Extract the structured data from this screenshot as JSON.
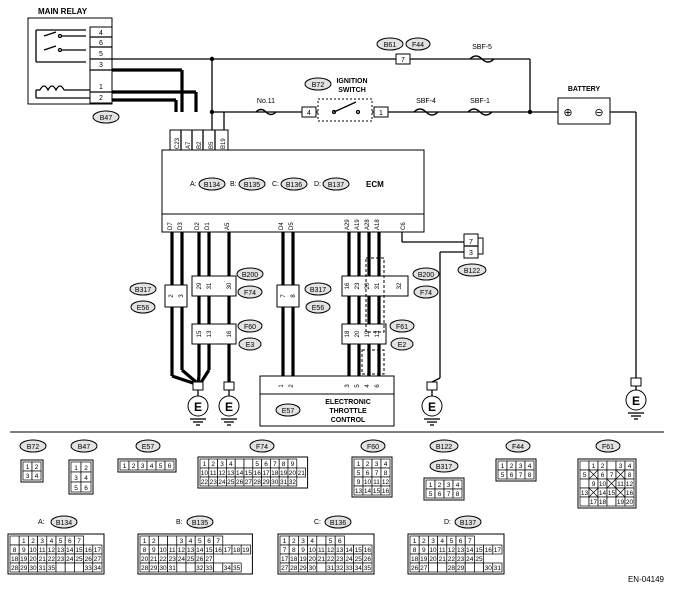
{
  "labels": {
    "main_relay": "MAIN RELAY",
    "relay_pins": [
      "4",
      "6",
      "5",
      "3",
      "1",
      "2"
    ],
    "b47": "B47",
    "b61": "B61",
    "f44": "F44",
    "pin7": "7",
    "sbf5": "SBF-5",
    "b72": "B72",
    "ignition": "IGNITION",
    "switch": "SWITCH",
    "no11": "No.11",
    "pin4": "4",
    "pin1": "1",
    "sbf4": "SBF-4",
    "sbf1": "SBF-1",
    "battery": "BATTERY",
    "plus": "⊕",
    "minus": "⊖",
    "ecm_top_pins": [
      "C23",
      "A7",
      "B2",
      "B5",
      "B19"
    ],
    "ecm_a_prefix": "A:",
    "ecm_a": "B134",
    "ecm_b_prefix": "B:",
    "ecm_b": "B135",
    "ecm_c_prefix": "C:",
    "ecm_c": "B136",
    "ecm_d_prefix": "D:",
    "ecm_d": "B137",
    "ecm": "ECM",
    "ecm_bottom_pins": [
      "D7",
      "D3",
      "D2",
      "D1",
      "A5",
      "D4",
      "D5",
      "A29",
      "A19",
      "A28",
      "A18",
      "C6"
    ],
    "b122": "B122",
    "b122_pins": [
      "7",
      "3"
    ],
    "b317": "B317",
    "e56": "E56",
    "b200": "B200",
    "f74": "F74",
    "f60": "F60",
    "e3": "E3",
    "f61": "F61",
    "e2": "E2",
    "conn_pin_2": "2",
    "conn_pin_3": "3",
    "conn_pin_7": "7",
    "conn_pin_8": "8",
    "conn_pin_29": "29",
    "conn_pin_31": "31",
    "conn_pin_30": "30",
    "conn_pin_15": "15",
    "conn_pin_13": "13",
    "conn_pin_16": "16",
    "conn_pin_23": "23",
    "conn_pin_20": "20",
    "conn_pin_32": "32",
    "conn_pin_18": "18",
    "conn_pin_19": "19",
    "conn_pin_5": "5",
    "conn_pin_4": "4",
    "conn_pin_6": "6",
    "conn_pin_1": "1",
    "ground": "E",
    "e57": "E57",
    "etc_line1": "ELECTRONIC",
    "etc_line2": "THROTTLE",
    "etc_line3": "CONTROL",
    "code": "EN-04149"
  },
  "legend": {
    "b72": "B72",
    "b47": "B47",
    "e57": "E57",
    "f74": "F74",
    "f60": "F60",
    "b122": "B122",
    "b317": "B317",
    "f44": "F44",
    "f61": "F61",
    "a_prefix": "A:",
    "a": "B134",
    "b_prefix": "B:",
    "b": "B135",
    "c_prefix": "C:",
    "c": "B136",
    "d_prefix": "D:",
    "d": "B137"
  }
}
